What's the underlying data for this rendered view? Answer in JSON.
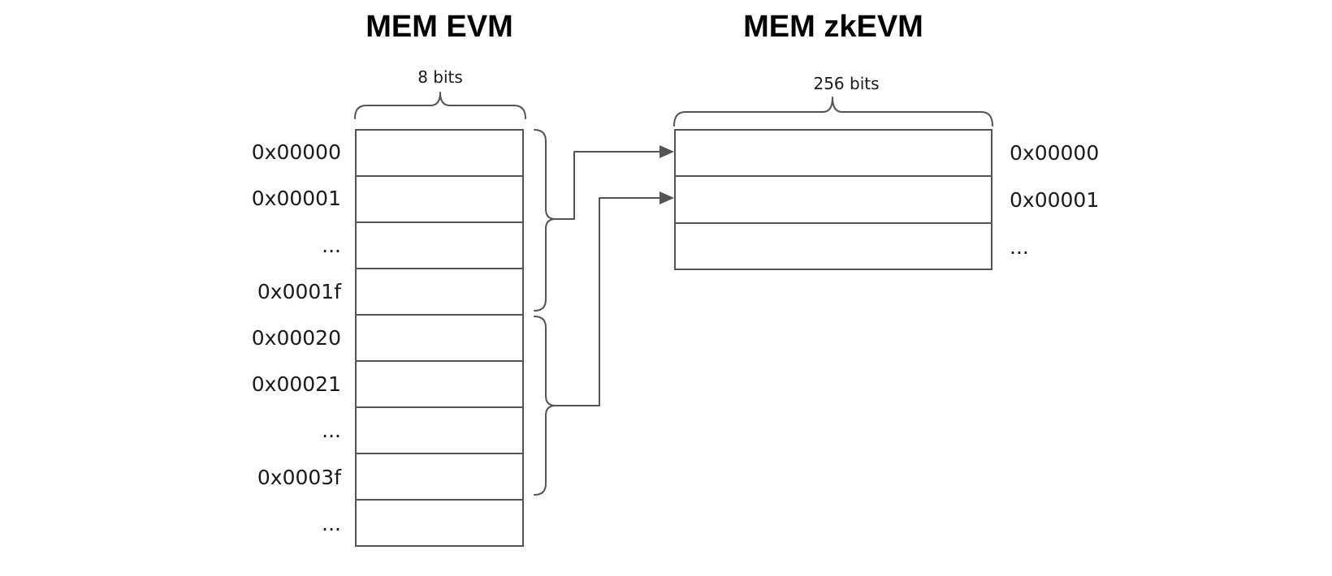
{
  "left_panel": {
    "title": "MEM EVM",
    "width_label": "8 bits",
    "row_labels": [
      "0x00000",
      "0x00001",
      "...",
      "0x0001f",
      "0x00020",
      "0x00021",
      "...",
      "0x0003f",
      "..."
    ]
  },
  "right_panel": {
    "title": "MEM zkEVM",
    "width_label": "256 bits",
    "row_labels": [
      "0x00000",
      "0x00001",
      "..."
    ]
  },
  "colors": {
    "background": "#ffffff",
    "line_stroke": "#545454",
    "label_text": "#1a1a1a",
    "title_text": "#000000"
  }
}
